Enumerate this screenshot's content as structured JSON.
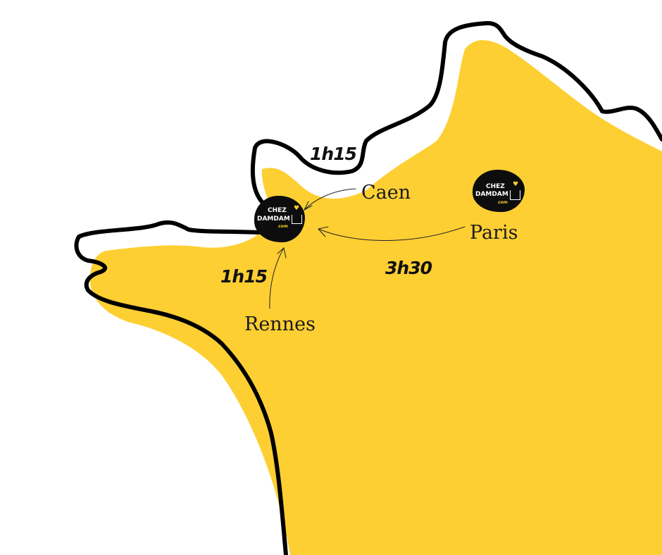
{
  "map": {
    "land_color": "#FDCF33",
    "outline_color": "#000000",
    "background_color": "#ffffff"
  },
  "logo": {
    "line1": "CHEZ",
    "line2": "DAMDAM",
    "line3": "com",
    "heart": "♥",
    "icon": "house-heart-icon",
    "bg_color": "#0d0d0d",
    "accent_color": "#FDCF33"
  },
  "cities": {
    "caen": "Caen",
    "paris": "Paris",
    "rennes": "Rennes"
  },
  "durations": {
    "coast": "1h15",
    "rennes": "1h15",
    "paris": "3h30"
  }
}
